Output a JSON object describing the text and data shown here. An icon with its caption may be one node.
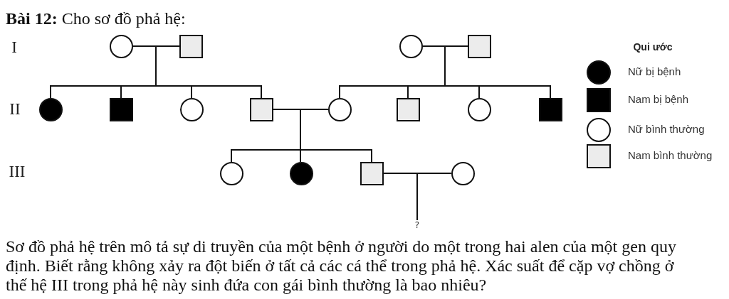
{
  "diagram": {
    "title": "**Bài 12:** Cho sơ đồ phả hệ:",
    "caption": "Sơ đồ phả hệ trên mô tả sự di truyền của một bệnh ở người do một trong hai alen của một gen quy định. Biết rằng không xảy ra đột biến ở tất cả các cá thể trong phả hệ. Xác suất để cặp vợ chồng ở thế hệ III trong phả hệ này sinh đứa con gái bình thường là bao nhiêu?",
    "nodes": [
      {
        "text": [],
        "shape": "circle"
      },
      {
        "text": [],
        "shape": "box"
      },
      {
        "text": [],
        "shape": "circle"
      },
      {
        "text": [],
        "shape": "box"
      },
      {
        "text": [],
        "shape": "circle"
      },
      {
        "text": [],
        "shape": "box"
      },
      {
        "text": [],
        "shape": "circle"
      },
      {
        "text": [],
        "shape": "box"
      },
      {
        "text": [],
        "shape": "circle"
      },
      {
        "text": [],
        "shape": "box"
      },
      {
        "text": [],
        "shape": "circle"
      },
      {
        "text": [],
        "shape": "box"
      },
      {
        "text": [],
        "shape": "circle"
      },
      {
        "text": [],
        "shape": "circle"
      },
      {
        "text": [],
        "shape": "box"
      },
      {
        "text": [],
        "shape": "circle"
      },
      {
        "text": [
          "?"
        ]
      }
    ],
    "edges": [
      {
        "from": 0,
        "to": 1,
        "arrow": "none"
      },
      {
        "from": 0,
        "to": 4,
        "arrow": "none"
      },
      {
        "from": 0,
        "to": 5,
        "arrow": "none"
      },
      {
        "from": 0,
        "to": 6,
        "arrow": "none"
      },
      {
        "from": 0,
        "to": 7,
        "arrow": "none"
      },
      {
        "from": 1,
        "to": 4,
        "arrow": "none"
      },
      {
        "from": 1,
        "to": 5,
        "arrow": "none"
      },
      {
        "from": 1,
        "to": 6,
        "arrow": "none"
      },
      {
        "from": 1,
        "to": 7,
        "arrow": "none"
      },
      {
        "from": 2,
        "to": 3,
        "arrow": "none"
      },
      {
        "from": 2,
        "to": 8,
        "arrow": "none"
      },
      {
        "from": 2,
        "to": 9,
        "arrow": "none"
      },
      {
        "from": 2,
        "to": 10,
        "arrow": "none"
      },
      {
        "from": 2,
        "to": 11,
        "arrow": "none"
      },
      {
        "from": 3,
        "to": 8,
        "arrow": "none"
      },
      {
        "from": 3,
        "to": 9,
        "arrow": "none"
      },
      {
        "from": 3,
        "to": 10,
        "arrow": "none"
      },
      {
        "from": 3,
        "to": 11,
        "arrow": "none"
      },
      {
        "from": 7,
        "to": 8,
        "arrow": "none"
      },
      {
        "from": 7,
        "to": 12,
        "arrow": "none"
      },
      {
        "from": 7,
        "to": 13,
        "arrow": "none"
      },
      {
        "from": 7,
        "to": 14,
        "arrow": "none"
      },
      {
        "from": 8,
        "to": 12,
        "arrow": "none"
      },
      {
        "from": 8,
        "to": 13,
        "arrow": "none"
      },
      {
        "from": 8,
        "to": 14,
        "arrow": "none"
      },
      {
        "from": 14,
        "to": 15,
        "arrow": "none"
      },
      {
        "from": 14,
        "to": 16,
        "arrow": "none"
      },
      {
        "from": 15,
        "to": 16,
        "arrow": "none"
      }
    ],
    "labels": [
      "I",
      "II",
      "III",
      "Qui ước"
    ],
    "legend": [
      {
        "text": "Nữ bị bệnh"
      },
      {
        "text": "Nam bị bệnh"
      },
      {
        "text": "Nữ bình thường"
      },
      {
        "text": "Nam bình thường"
      }
    ]
  }
}
